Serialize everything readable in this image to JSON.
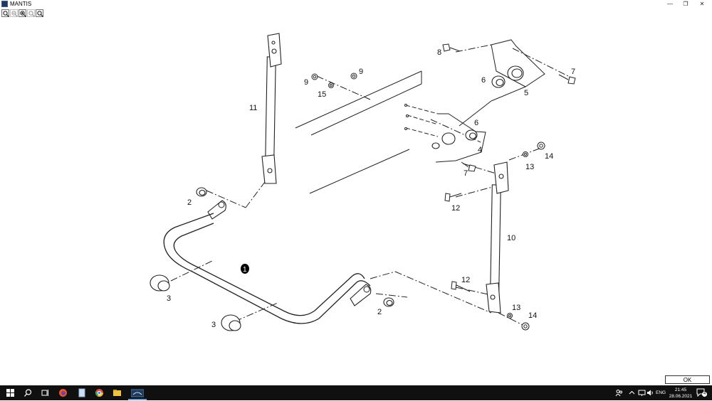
{
  "window": {
    "title": "MANTIS",
    "minimize": "—",
    "restore": "❐",
    "close": "✕"
  },
  "toolbar": {
    "tools": [
      "zoom-fit",
      "zoom-out",
      "zoom-in",
      "zoom-window",
      "zoom-all"
    ]
  },
  "drawing": {
    "labels": {
      "n1": "1",
      "n2a": "2",
      "n2b": "2",
      "n3a": "3",
      "n3b": "3",
      "n4": "4",
      "n5": "5",
      "n6a": "6",
      "n6b": "6",
      "n7a": "7",
      "n7b": "7",
      "n8": "8",
      "n9a": "9",
      "n9b": "9",
      "n10": "10",
      "n11": "11",
      "n12a": "12",
      "n12b": "12",
      "n13a": "13",
      "n13b": "13",
      "n14a": "14",
      "n14b": "14",
      "n15": "15"
    }
  },
  "dialog": {
    "ok_label": "OK"
  },
  "taskbar": {
    "language": "ENG",
    "time": "21:45",
    "date": "28.06.2021",
    "notification_count": "4",
    "icons": [
      "windows-start",
      "search",
      "task-view",
      "firefox",
      "file",
      "chrome",
      "file-explorer",
      "mantis"
    ]
  },
  "colors": {
    "taskbar_bg": "#101010",
    "drawing_line": "#222222",
    "accent": "#1f3a5a"
  }
}
